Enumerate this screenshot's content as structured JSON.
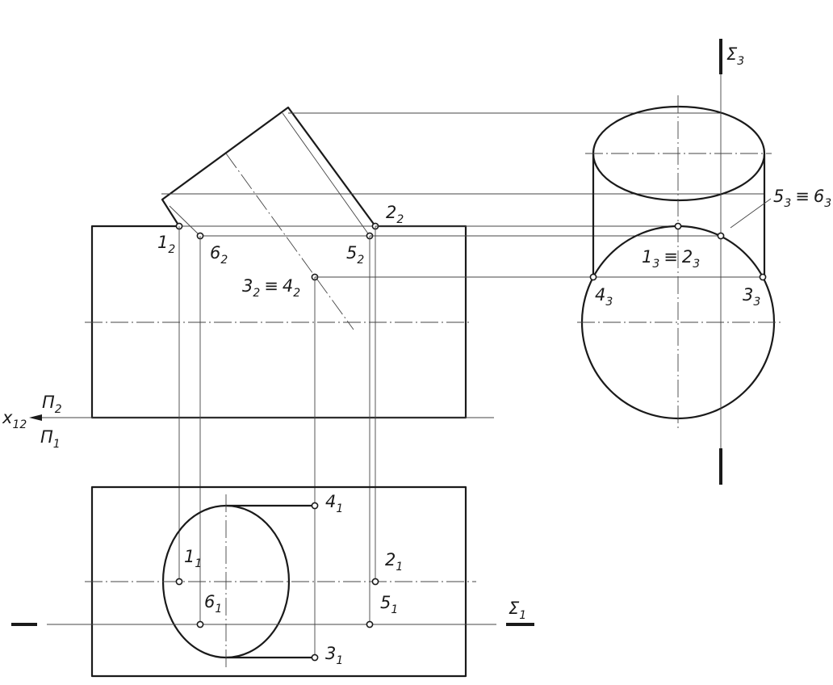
{
  "axis_label": {
    "main": "x",
    "sub": "12"
  },
  "plane_labels": {
    "upper": {
      "main": "Π",
      "sub": "2"
    },
    "lower": {
      "main": "Π",
      "sub": "1"
    }
  },
  "section_planes": {
    "sigma3": {
      "main": "Σ",
      "sub": "3"
    },
    "sigma1": {
      "main": "Σ",
      "sub": "1"
    }
  },
  "points_front": {
    "p1": {
      "main": "1",
      "sub": "2"
    },
    "p6": {
      "main": "6",
      "sub": "2"
    },
    "p5": {
      "main": "5",
      "sub": "2"
    },
    "p2": {
      "main": "2",
      "sub": "2"
    },
    "p34": {
      "a": "3",
      "sub_a": "2",
      "eq": "≡",
      "b": "4",
      "sub_b": "2"
    }
  },
  "points_side": {
    "p56": {
      "a": "5",
      "sub_a": "3",
      "eq": "≡",
      "b": "6",
      "sub_b": "3"
    },
    "p12": {
      "a": "1",
      "sub_a": "3",
      "eq": "≡",
      "b": "2",
      "sub_b": "3"
    },
    "p4": {
      "main": "4",
      "sub": "3"
    },
    "p3": {
      "main": "3",
      "sub": "3"
    }
  },
  "points_top": {
    "p4": {
      "main": "4",
      "sub": "1"
    },
    "p1": {
      "main": "1",
      "sub": "1"
    },
    "p2": {
      "main": "2",
      "sub": "1"
    },
    "p6": {
      "main": "6",
      "sub": "1"
    },
    "p5": {
      "main": "5",
      "sub": "1"
    },
    "p3": {
      "main": "3",
      "sub": "1"
    }
  }
}
